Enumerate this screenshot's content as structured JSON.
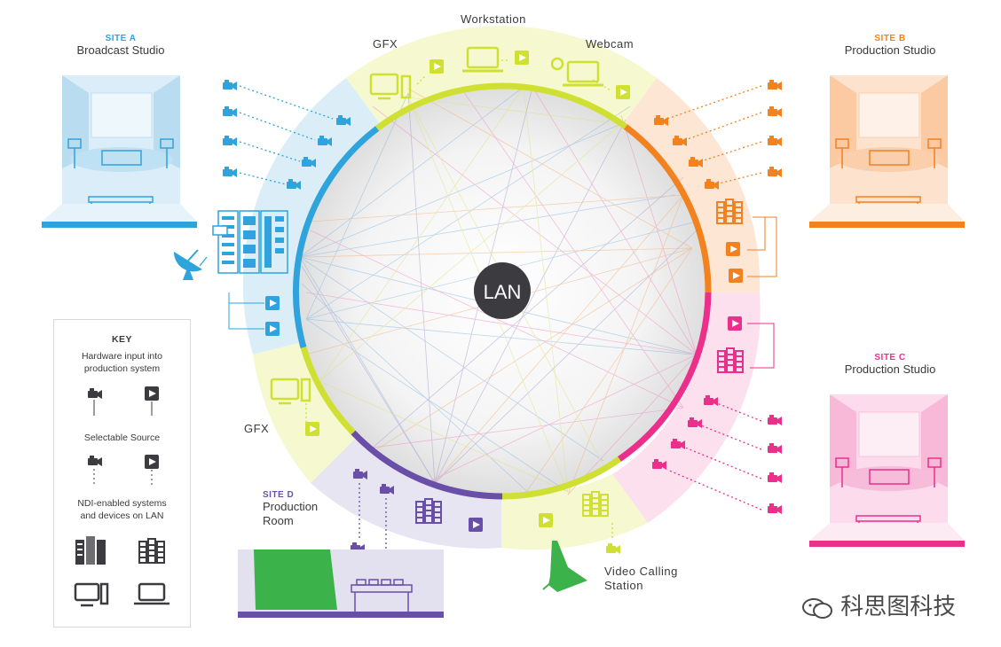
{
  "center": {
    "label": "LAN"
  },
  "ring_labels": {
    "workstation": "Workstation",
    "gfx_top": "GFX",
    "webcam": "Webcam",
    "gfx_left": "GFX",
    "video_calling": "Video Calling\nStation"
  },
  "sites": {
    "a": {
      "tag": "SITE A",
      "name": "Broadcast Studio",
      "color": "#2ea3dc"
    },
    "b": {
      "tag": "SITE B",
      "name": "Production Studio",
      "color": "#f2811f"
    },
    "c": {
      "tag": "SITE C",
      "name": "Production Studio",
      "color": "#ec2f8b"
    },
    "d": {
      "tag": "SITE D",
      "name": "Production\nRoom",
      "color": "#6a4fa8"
    }
  },
  "colors": {
    "lime": "#cfe033",
    "purple": "#6a4fa8",
    "blue": "#2ea3dc",
    "orange": "#f2811f",
    "pink": "#ec2f8b",
    "green": "#3cb34a"
  },
  "key": {
    "title": "KEY",
    "hardware": "Hardware input into\nproduction system",
    "selectable": "Selectable Source",
    "ndi": "NDI-enabled systems\nand devices on LAN"
  },
  "watermark": "科思图科技",
  "icons": [
    "camera-icon",
    "play-icon",
    "server-icon",
    "monitor-icon",
    "laptop-icon",
    "webcam-icon",
    "satellite-dish-icon",
    "studio-icon",
    "green-screen-icon"
  ]
}
